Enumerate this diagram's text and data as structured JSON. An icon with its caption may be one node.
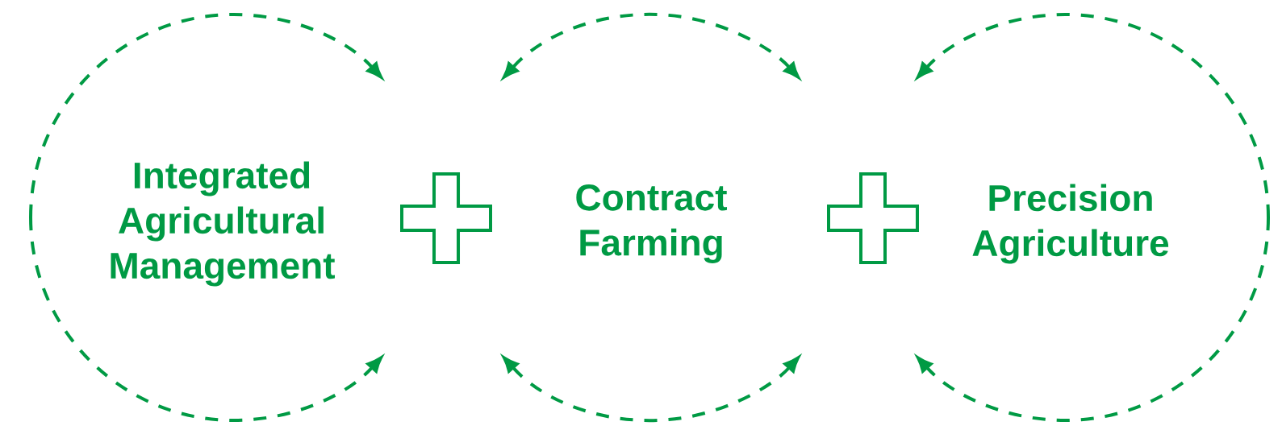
{
  "diagram": {
    "nodes": [
      {
        "text": [
          "Integrated Agricultural Management"
        ]
      },
      {
        "text": [],
        "shape": "cross"
      },
      {
        "text": [
          "Contract Farming"
        ]
      },
      {
        "text": [],
        "shape": "cross"
      },
      {
        "text": [
          "Precision Agriculture"
        ]
      }
    ]
  }
}
